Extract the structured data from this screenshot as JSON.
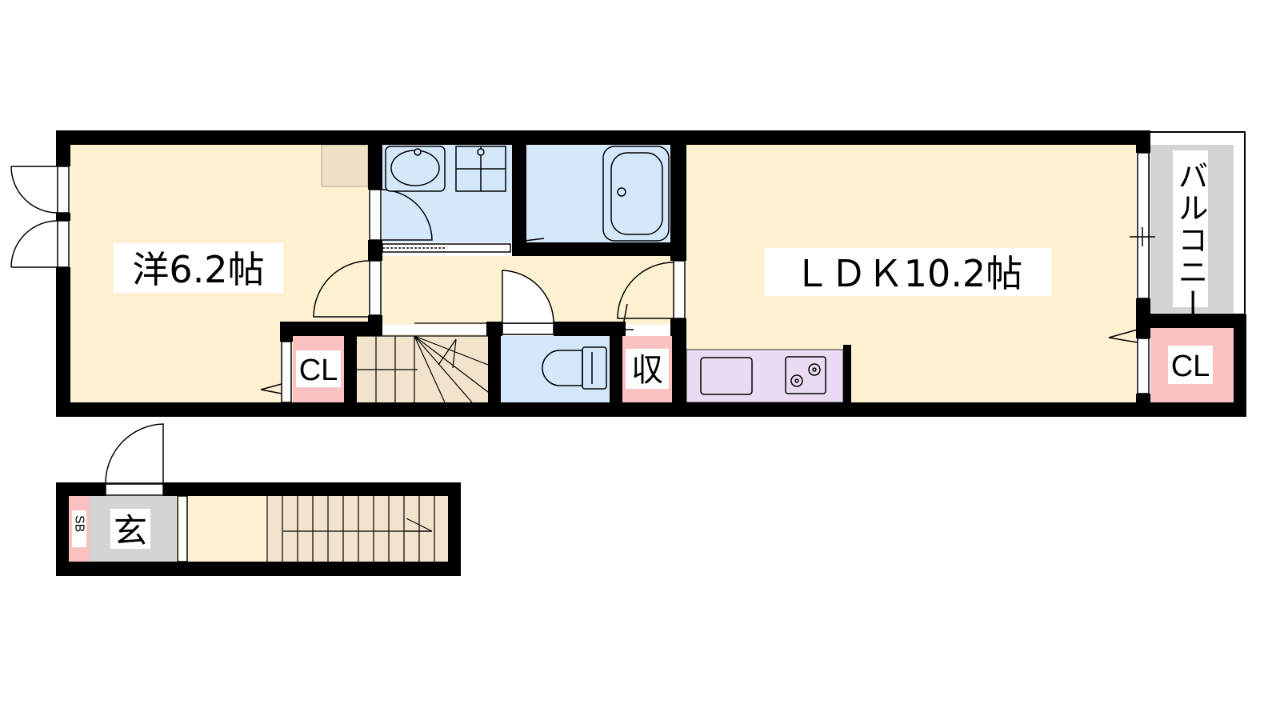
{
  "floor_plan": {
    "rooms": {
      "western_room": {
        "label": "洋6.2帖"
      },
      "ldk": {
        "label": "ＬＤＫ10.2帖"
      },
      "balcony": {
        "label": "バルコニー"
      },
      "closet_west": {
        "label": "CL"
      },
      "closet_ldk": {
        "label": "CL"
      },
      "storage": {
        "label": "収"
      },
      "entrance": {
        "label": "玄"
      },
      "shoe_box": {
        "label": "SB"
      }
    },
    "colors": {
      "wall": "#000000",
      "living_floor": "#fdf1d2",
      "wet_area": "#d5e7fa",
      "closet": "#f9c1c1",
      "kitchen": "#e9dcf2",
      "stairs": "#f1e3cc",
      "balcony": "#d4d4d4",
      "entrance_floor": "#d4d4d4",
      "niche": "#f0e0c8"
    }
  }
}
